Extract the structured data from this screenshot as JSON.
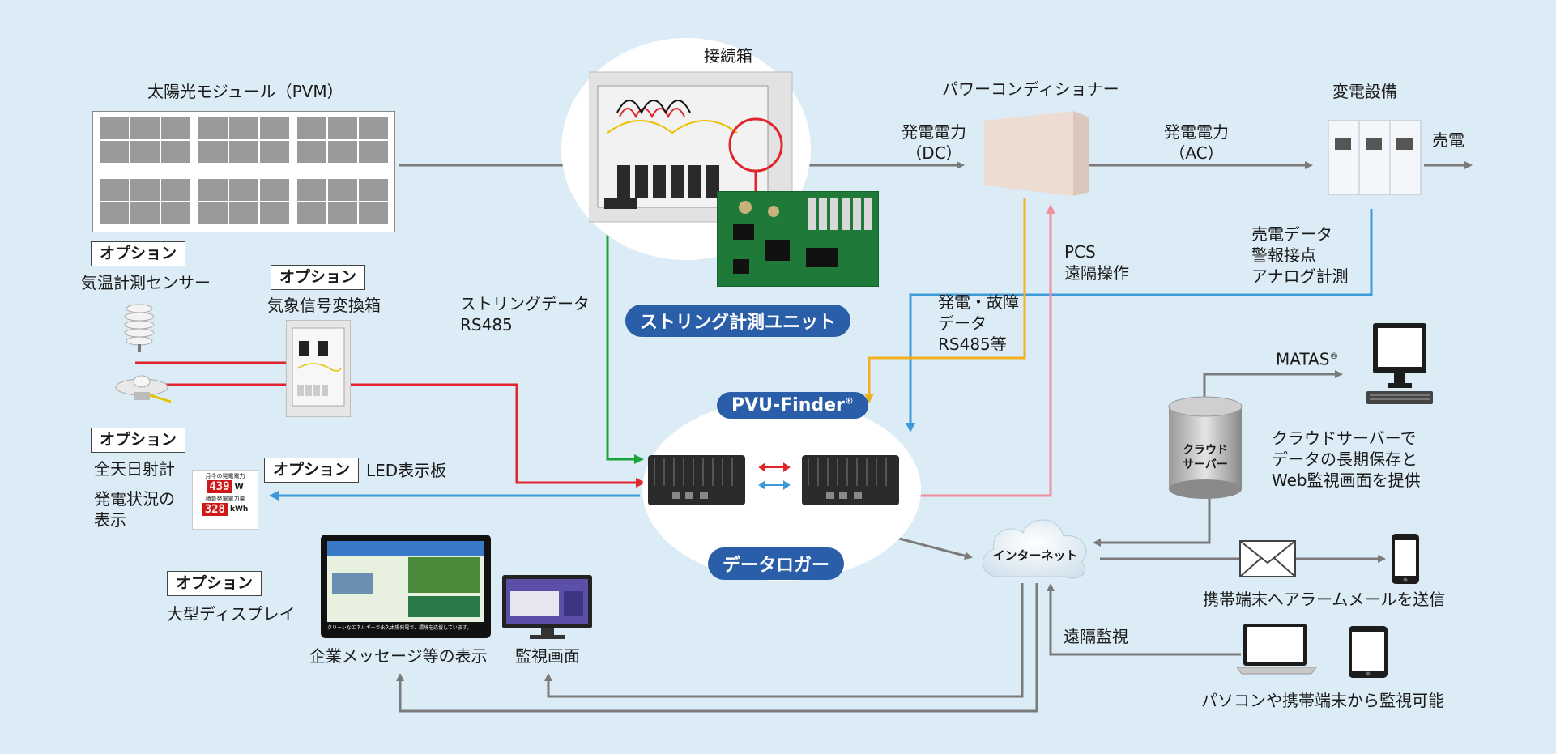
{
  "labels": {
    "pvm": "太陽光モジュール（PVM）",
    "junction_box": "接続箱",
    "pcs": "パワーコンディショナー",
    "substation": "変電設備",
    "dc_power": "発電電力",
    "dc_unit": "（DC）",
    "ac_power": "発電電力",
    "ac_unit": "（AC）",
    "sell": "売電",
    "sell_data_1": "売電データ",
    "sell_data_2": "警報接点",
    "sell_data_3": "アナログ計測",
    "pcs_remote_1": "PCS",
    "pcs_remote_2": "遠隔操作",
    "gen_fault_1": "発電・故障",
    "gen_fault_2": "データ",
    "gen_fault_3": "RS485等",
    "string_data_1": "ストリングデータ",
    "string_data_2": "RS485",
    "string_unit": "ストリング計測ユニット",
    "pvu_finder": "PVU-Finder",
    "pvu_mark": "®",
    "data_logger": "データロガー",
    "option": "オプション",
    "temp_sensor": "気温計測センサー",
    "weather_box": "気象信号変換箱",
    "pyranometer": "全天日射計",
    "led_board": "LED表示板",
    "gen_status_1": "発電状況の",
    "gen_status_2": "表示",
    "large_display": "大型ディスプレイ",
    "corp_message": "企業メッセージ等の表示",
    "monitor_screen": "監視画面",
    "matas": "MATAS",
    "matas_mark": "®",
    "cloud_server_1": "クラウド",
    "cloud_server_2": "サーバー",
    "cloud_desc_1": "クラウドサーバーで",
    "cloud_desc_2": "データの長期保存と",
    "cloud_desc_3": "Web監視画面を提供",
    "internet": "インターネット",
    "alarm_mail": "携帯端末へアラームメールを送信",
    "remote_monitor": "遠隔監視",
    "pc_mobile": "パソコンや携帯端末から監視可能",
    "led_top_caption": "月今の発電電力",
    "led_top_value": "439",
    "led_top_unit": "W",
    "led_bottom_caption": "積算発電電力量",
    "led_bottom_value": "328",
    "led_bottom_unit": "kWh",
    "display_banner": "クリーンなエネルギーで永久太陽発電で、環境を応援しています。"
  },
  "colors": {
    "background": "#dcecf6",
    "pill": "#2a5ea8",
    "line_gray": "#7a7a7a",
    "line_green": "#19a33a",
    "line_red": "#e0262c",
    "line_blue": "#3d9ad8",
    "line_orange": "#f2b020",
    "line_pink": "#ef8fa0"
  }
}
